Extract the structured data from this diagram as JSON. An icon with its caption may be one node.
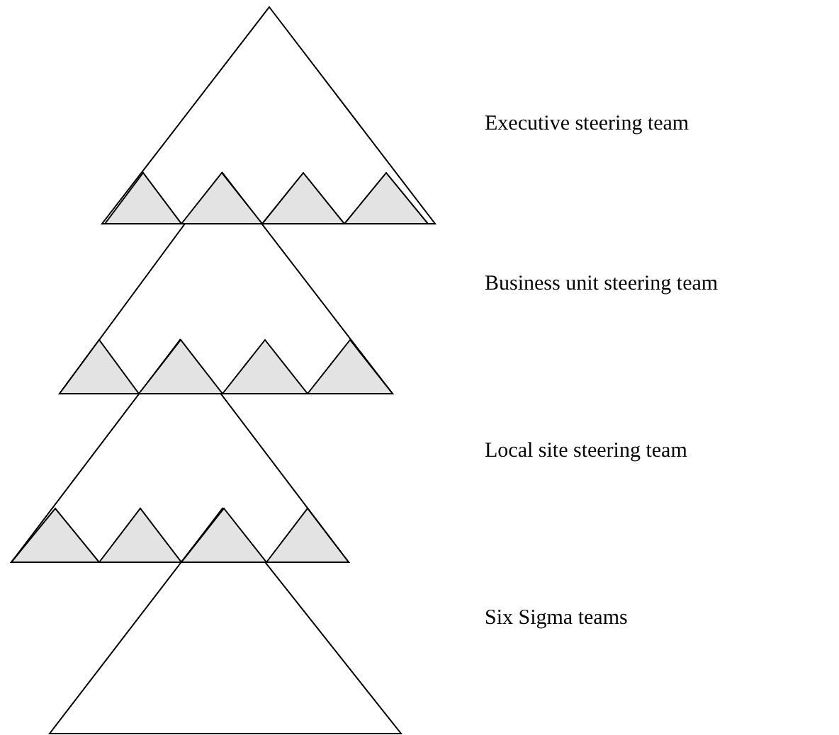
{
  "diagram": {
    "nodes": [
      {
        "text": [],
        "shape": "triangle"
      },
      {
        "text": [],
        "shape": "triangle"
      },
      {
        "text": [],
        "shape": "triangle"
      },
      {
        "text": [],
        "shape": "triangle"
      }
    ],
    "labels": [
      "Executive steering team",
      "Business unit steering team",
      "Local site steering team",
      "Six Sigma teams"
    ]
  }
}
